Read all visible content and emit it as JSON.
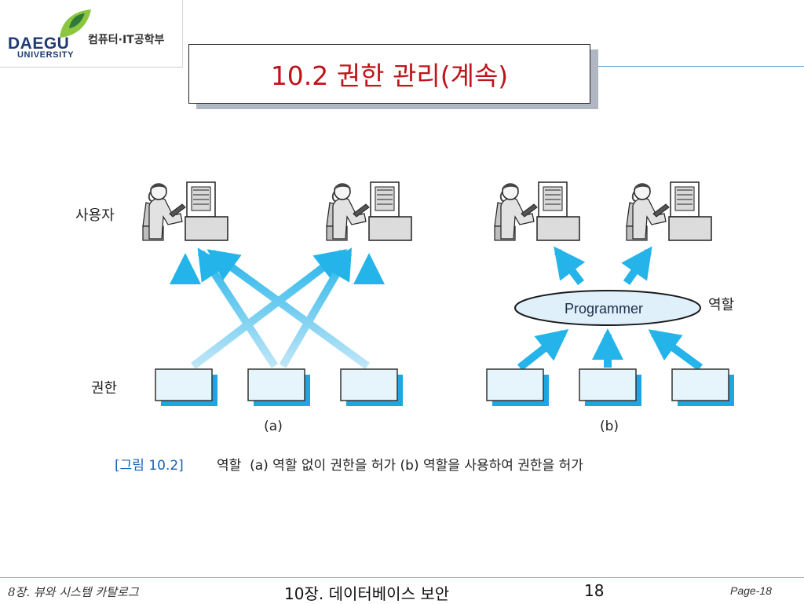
{
  "header": {
    "logo_name": "DAEGU",
    "logo_sub": "UNIVERSITY",
    "department": "컴퓨터·IT공학부",
    "logo_colors": {
      "leaf_dark": "#2f7a3a",
      "leaf_light": "#8cc63f",
      "text": "#1e3a73"
    }
  },
  "title": "10.2 권한 관리(계속)",
  "figure": {
    "row_labels": {
      "users": "사용자",
      "permissions": "권한",
      "role": "역할"
    },
    "role_name": "Programmer",
    "panel_labels": {
      "a": "(a)",
      "b": "(b)"
    },
    "caption_tag": "[그림 10.2]",
    "caption_text": "역할  (a) 역할 없이 권한을 허가 (b) 역할을 사용하여 권한을 허가",
    "colors": {
      "arrow": "#25b4ea",
      "box_fill": "#e6f4fb",
      "box_shadow": "#1ea6e0",
      "caption_tag": "#1a5fb4",
      "role_fill": "#dff0fb"
    },
    "icons": [
      "user-at-computer-icon"
    ]
  },
  "footer": {
    "left": "8장. 뷰와 시스템 카탈로그",
    "center": "10장. 데이터베이스 보안",
    "number": "18",
    "page": "Page-18"
  }
}
